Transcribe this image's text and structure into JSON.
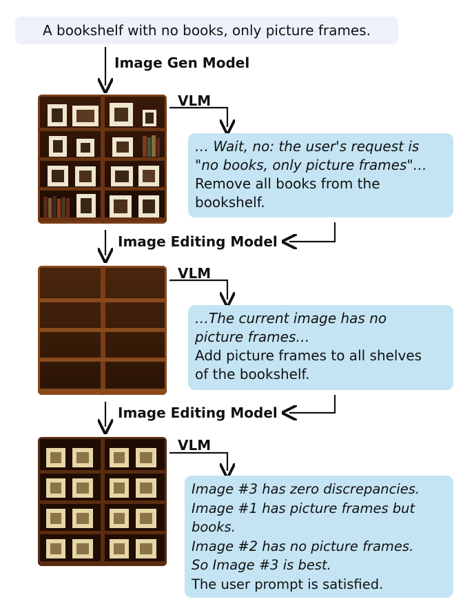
{
  "prompt": "A bookshelf with no books, only picture frames.",
  "gen_model_label": "Image Gen Model",
  "edit_model_label_1": "Image Editing Model",
  "edit_model_label_2": "Image Editing Model",
  "vlm_label_1": "VLM",
  "vlm_label_2": "VLM",
  "vlm_label_3": "VLM",
  "feedback_1": {
    "thought_1": "… Wait, no: the user's request is",
    "thought_2": "\"no books, only picture frames\"…",
    "instruction_1": "Remove all books from the",
    "instruction_2": "bookshelf."
  },
  "feedback_2": {
    "thought_1": "…The current image has no",
    "thought_2": "picture frames…",
    "instruction_1": "Add picture frames to all shelves",
    "instruction_2": "of the bookshelf."
  },
  "feedback_3": {
    "line_1": "Image #3 has zero discrepancies.",
    "line_2": "Image #1 has picture frames but",
    "line_3": "books.",
    "line_4": "Image #2 has no picture frames.",
    "line_5": "So Image #3 is best.",
    "conclusion": "The user prompt is satisfied."
  },
  "colors": {
    "prompt_bg": "#eef1fb",
    "bubble_bg": "#c4e4f3",
    "wood_dark": "#2a1306",
    "wood_mid": "#6a3414",
    "frame_cream": "#efe6cf"
  }
}
